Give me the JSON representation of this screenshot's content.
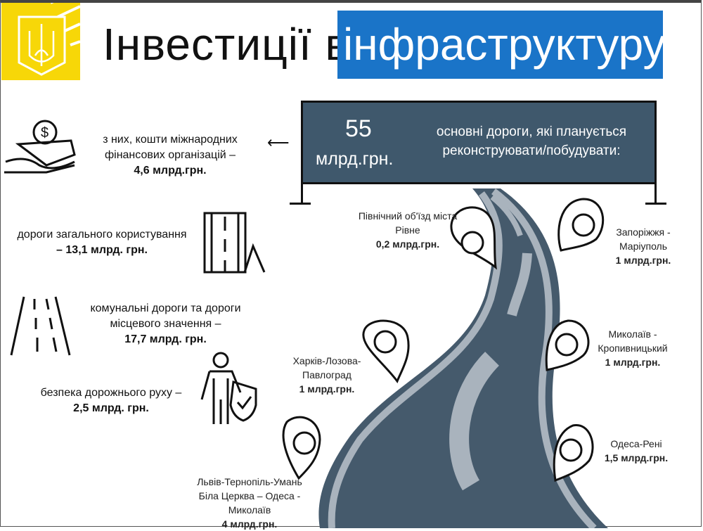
{
  "title": {
    "part1": "Інвестиції в",
    "part2": "інфраструктуру"
  },
  "sign": {
    "amount": "55",
    "unit": "млрд.грн.",
    "caption": "основні дороги, які планується реконструювати/побудувати:"
  },
  "items": [
    {
      "icon": "money-hand-icon",
      "line1": "з них, кошти міжнародних",
      "line2": "фінансових організацій –",
      "value": "4,6 млрд.грн."
    },
    {
      "icon": "road-sign-icon",
      "line1": "дороги загального користування",
      "line2": "– 13,1 млрд. грн."
    },
    {
      "icon": "road-lanes-icon",
      "line1": "комунальні дороги та дороги",
      "line2": "місцевого значення –",
      "value": "17,7 млрд. грн."
    },
    {
      "icon": "person-shield-icon",
      "line1": "безпека дорожнього руху –",
      "value": "2,5 млрд. грн."
    }
  ],
  "routes": [
    {
      "name1": "Північний об'їзд міста",
      "name2": "Рівне",
      "value": "0,2 млрд.грн."
    },
    {
      "name1": "Запоріжжя -",
      "name2": "Маріуполь",
      "value": "1 млрд.грн."
    },
    {
      "name1": "Харків-Лозова-",
      "name2": "Павлоград",
      "value": "1 млрд.грн."
    },
    {
      "name1": "Миколаїв -",
      "name2": "Кропивницький",
      "value": "1 млрд.грн."
    },
    {
      "name1": "Одеса-Рені",
      "value": "1,5 млрд.грн."
    },
    {
      "name1": "Львів-Тернопіль-Умань",
      "name2": "Біла Церква – Одеса - Миколаїв",
      "value": "4 млрд.грн."
    }
  ],
  "colors": {
    "blue": "#1a74c8",
    "road": "#455a6c",
    "yellow": "#f7d708"
  }
}
